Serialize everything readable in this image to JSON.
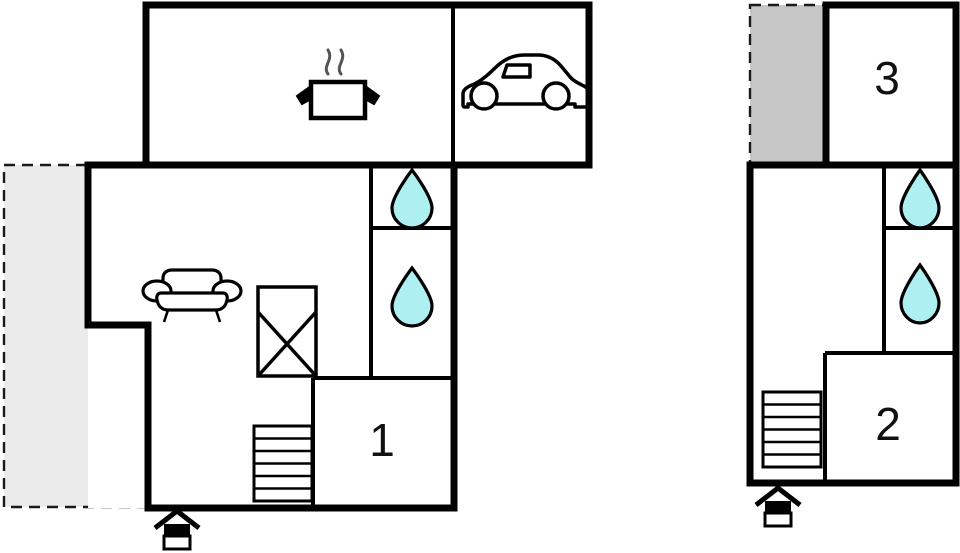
{
  "document": {
    "type": "architectural-floor-plan",
    "title": "Holiday Home Floor Plan",
    "plan_count": 2,
    "background_color": "#ffffff"
  },
  "style": {
    "wall_color": "#000000",
    "wall_thickness_exterior": 7,
    "wall_thickness_interior": 3,
    "terrace_fill": "#ebebeb",
    "terrace_stroke": "#1a1a1a",
    "balcony_fill": "#c6c6c6",
    "balcony_stroke": "#1a1a1a",
    "water_drop_fill": "#aef0f2",
    "water_drop_stroke": "#000000",
    "icon_stroke": "#000000",
    "steam_stroke": "#555555",
    "number_color": "#111111"
  },
  "floors": [
    {
      "id": "floor-left",
      "name": "ground-floor",
      "rooms": [
        {
          "id": "kitchen",
          "label": "",
          "icon": "cooking-pot-icon"
        },
        {
          "id": "garage",
          "label": "",
          "icon": "car-icon"
        },
        {
          "id": "living-room",
          "label": "",
          "icon": "sofa-icon"
        },
        {
          "id": "bathroom-upper",
          "label": "",
          "icon": "water-drop-icon"
        },
        {
          "id": "bathroom-lower",
          "label": "",
          "icon": "water-drop-icon"
        },
        {
          "id": "bedroom-1",
          "label": "1",
          "icon": ""
        },
        {
          "id": "storage-closet",
          "label": "",
          "icon": "crossed-box-icon"
        }
      ],
      "outdoor": [
        {
          "id": "terrace",
          "label": "",
          "fill": "#ebebeb",
          "style": "dashed-outline"
        }
      ],
      "markers": [
        {
          "id": "entrance-left",
          "icon": "house-entrance-icon",
          "label": ""
        }
      ],
      "fixtures": [
        {
          "id": "staircase-left",
          "icon": "staircase-icon",
          "steps": 6
        }
      ]
    },
    {
      "id": "floor-right",
      "name": "upper-floor",
      "rooms": [
        {
          "id": "bedroom-3",
          "label": "3",
          "icon": ""
        },
        {
          "id": "bedroom-2",
          "label": "2",
          "icon": ""
        },
        {
          "id": "hallway-right",
          "label": "",
          "icon": ""
        },
        {
          "id": "bathroom-right-upper",
          "label": "",
          "icon": "water-drop-icon"
        },
        {
          "id": "bathroom-right-lower",
          "label": "",
          "icon": "water-drop-icon"
        }
      ],
      "outdoor": [
        {
          "id": "balcony",
          "label": "",
          "fill": "#c6c6c6",
          "style": "dashed-outline"
        }
      ],
      "markers": [
        {
          "id": "entrance-right",
          "icon": "house-entrance-icon",
          "label": ""
        }
      ],
      "fixtures": [
        {
          "id": "staircase-right",
          "icon": "staircase-icon",
          "steps": 6
        }
      ]
    }
  ],
  "labels": {
    "room_1": "1",
    "room_2": "2",
    "room_3": "3"
  }
}
